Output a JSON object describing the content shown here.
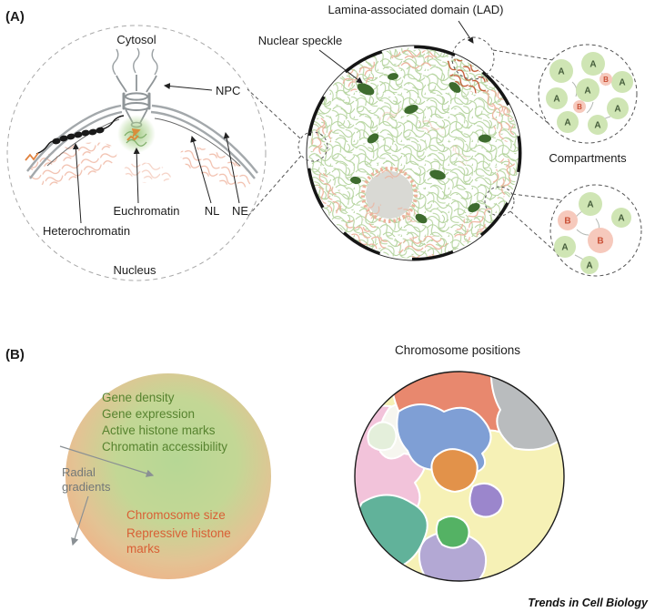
{
  "figure": {
    "panel_a_label": "(A)",
    "panel_b_label": "(B)",
    "footer": "Trends in Cell Biology"
  },
  "panel_a": {
    "cytosol": "Cytosol",
    "npc": "NPC",
    "euchromatin": "Euchromatin",
    "heterochromatin": "Heterochromatin",
    "nl": "NL",
    "ne": "NE",
    "nucleus": "Nucleus",
    "lad": "Lamina-associated domain (LAD)",
    "nuclear_speckle": "Nuclear speckle",
    "compartments": "Compartments",
    "letters": {
      "a": "A",
      "b": "B"
    }
  },
  "panel_b": {
    "green_items": [
      "Gene density",
      "Gene expression",
      "Active histone marks",
      "Chromatin accessibility"
    ],
    "radial_label": "Radial gradients",
    "orange_items": [
      "Chromosome size",
      "Repressive histone marks"
    ],
    "chromosome_title": "Chromosome positions"
  },
  "colors": {
    "chromatin_green": "#b7d5a1",
    "lad_pink": "#eeb19b",
    "lad_dark_red": "#c2542d",
    "speckle_green": "#3e6b2e",
    "nucleolus_gray": "#d9d9d4",
    "compartment_a": "#cfe5b4",
    "compartment_b": "#f6c9bc",
    "compartment_a_text": "#445c3a",
    "compartment_b_text": "#c94f35",
    "gradient_center_green": "#b6d795",
    "gradient_edge_orange": "#f2ae84",
    "green_text": "#57832f",
    "orange_text": "#d95f35",
    "territories": [
      "#e8886e",
      "#b9bcbe",
      "#7f9fd5",
      "#f2c3da",
      "#f6f1b6",
      "#61b29a",
      "#b3a8d4",
      "#e2924a",
      "#9b86cc",
      "#54b264",
      "#f6f6ef",
      "#e4efdb"
    ]
  }
}
